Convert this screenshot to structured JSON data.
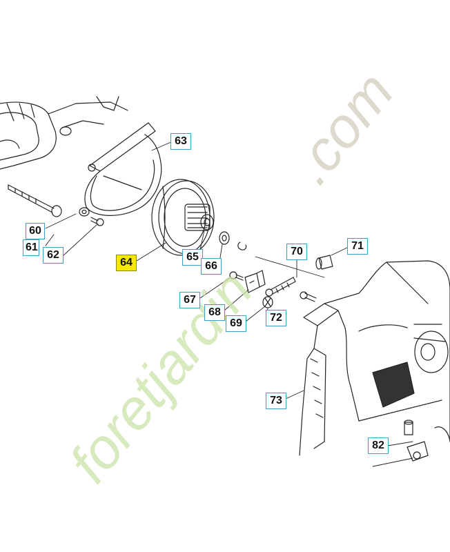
{
  "diagram": {
    "labels": [
      {
        "id": "60",
        "text": "60",
        "highlight": false
      },
      {
        "id": "61",
        "text": "61",
        "highlight": false
      },
      {
        "id": "62",
        "text": "62",
        "highlight": false
      },
      {
        "id": "63",
        "text": "63",
        "highlight": false
      },
      {
        "id": "64",
        "text": "64",
        "highlight": true
      },
      {
        "id": "65",
        "text": "65",
        "highlight": false
      },
      {
        "id": "66",
        "text": "66",
        "highlight": false
      },
      {
        "id": "67",
        "text": "67",
        "highlight": false
      },
      {
        "id": "68",
        "text": "68",
        "highlight": false
      },
      {
        "id": "69",
        "text": "69",
        "highlight": false
      },
      {
        "id": "70",
        "text": "70",
        "highlight": false
      },
      {
        "id": "71",
        "text": "71",
        "highlight": false
      },
      {
        "id": "72",
        "text": "72",
        "highlight": false
      },
      {
        "id": "73",
        "text": "73",
        "highlight": false
      },
      {
        "id": "82",
        "text": "82",
        "highlight": false
      }
    ]
  },
  "watermark": {
    "part1": "foretjardin",
    "part2": ".com",
    "color_primary": "#c9e3a8",
    "color_secondary": "#d8d2c4"
  },
  "colors": {
    "line": "#222222",
    "label_border": "#3aa0c8",
    "highlight": "#f6e800"
  }
}
